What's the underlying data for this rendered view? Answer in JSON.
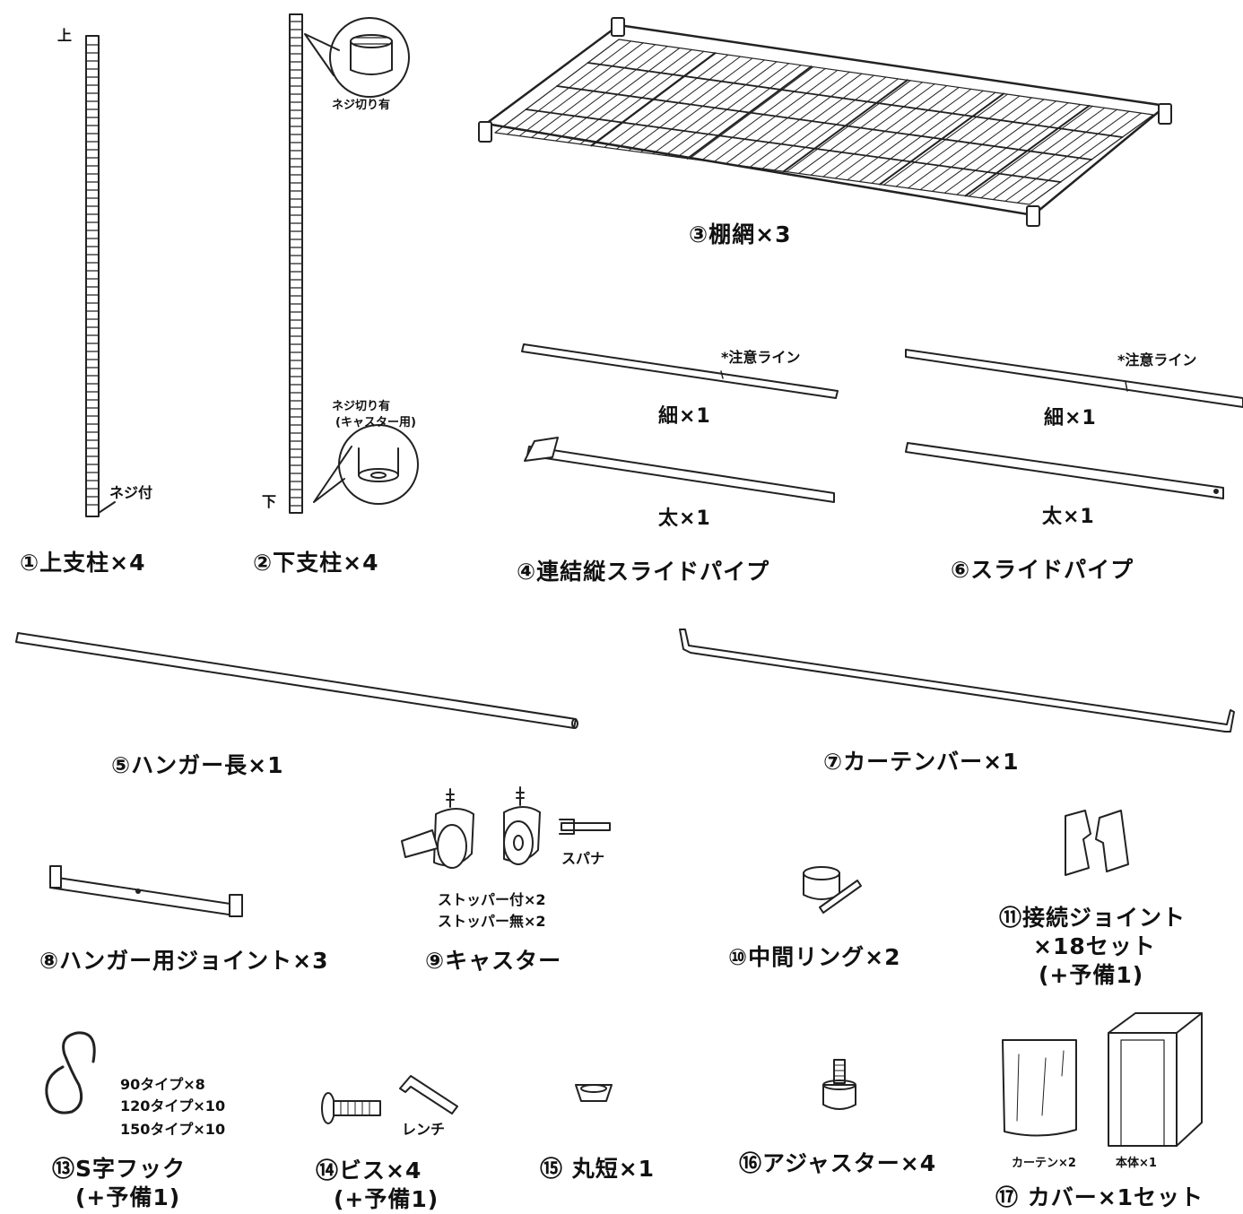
{
  "parts": {
    "p1": {
      "label": "①上支柱×4",
      "top_mark": "上",
      "screw_note": "ネジ付"
    },
    "p2": {
      "label": "②下支柱×4",
      "bottom_mark": "下",
      "note_top": "ネジ切り有",
      "note_bottom_1": "ネジ切り有",
      "note_bottom_2": "(キャスター用)"
    },
    "p3": {
      "label": "③棚網×3"
    },
    "p4": {
      "label": "④連結縦スライドパイプ",
      "caution": "*注意ライン",
      "thin": "細×1",
      "thick": "太×1"
    },
    "p6": {
      "label": "⑥スライドパイプ",
      "caution": "*注意ライン",
      "thin": "細×1",
      "thick": "太×1"
    },
    "p5": {
      "label": "⑤ハンガー長×1"
    },
    "p7": {
      "label": "⑦カーテンバー×1"
    },
    "p8": {
      "label": "⑧ハンガー用ジョイント×3"
    },
    "p9": {
      "label": "⑨キャスター",
      "spanner": "スパナ",
      "line1": "ストッパー付×2",
      "line2": "ストッパー無×2"
    },
    "p10": {
      "label": "⑩中間リング×2"
    },
    "p11": {
      "line1": "⑪接続ジョイント",
      "line2": "×18セット",
      "line3": "(+予備1)"
    },
    "p13": {
      "line1": "⑬S字フック",
      "line2": "(+予備1)",
      "spec1": "90タイプ×8",
      "spec2": "120タイプ×10",
      "spec3": "150タイプ×10"
    },
    "p14": {
      "line1": "⑭ビス×4",
      "line2": "(+予備1)",
      "wrench": "レンチ"
    },
    "p15": {
      "label": "⑮ 丸短×1"
    },
    "p16": {
      "label": "⑯アジャスター×4"
    },
    "p17": {
      "label": "⑰ カバー×1セット",
      "curtain": "カーテン×2",
      "body": "本体×1"
    }
  }
}
